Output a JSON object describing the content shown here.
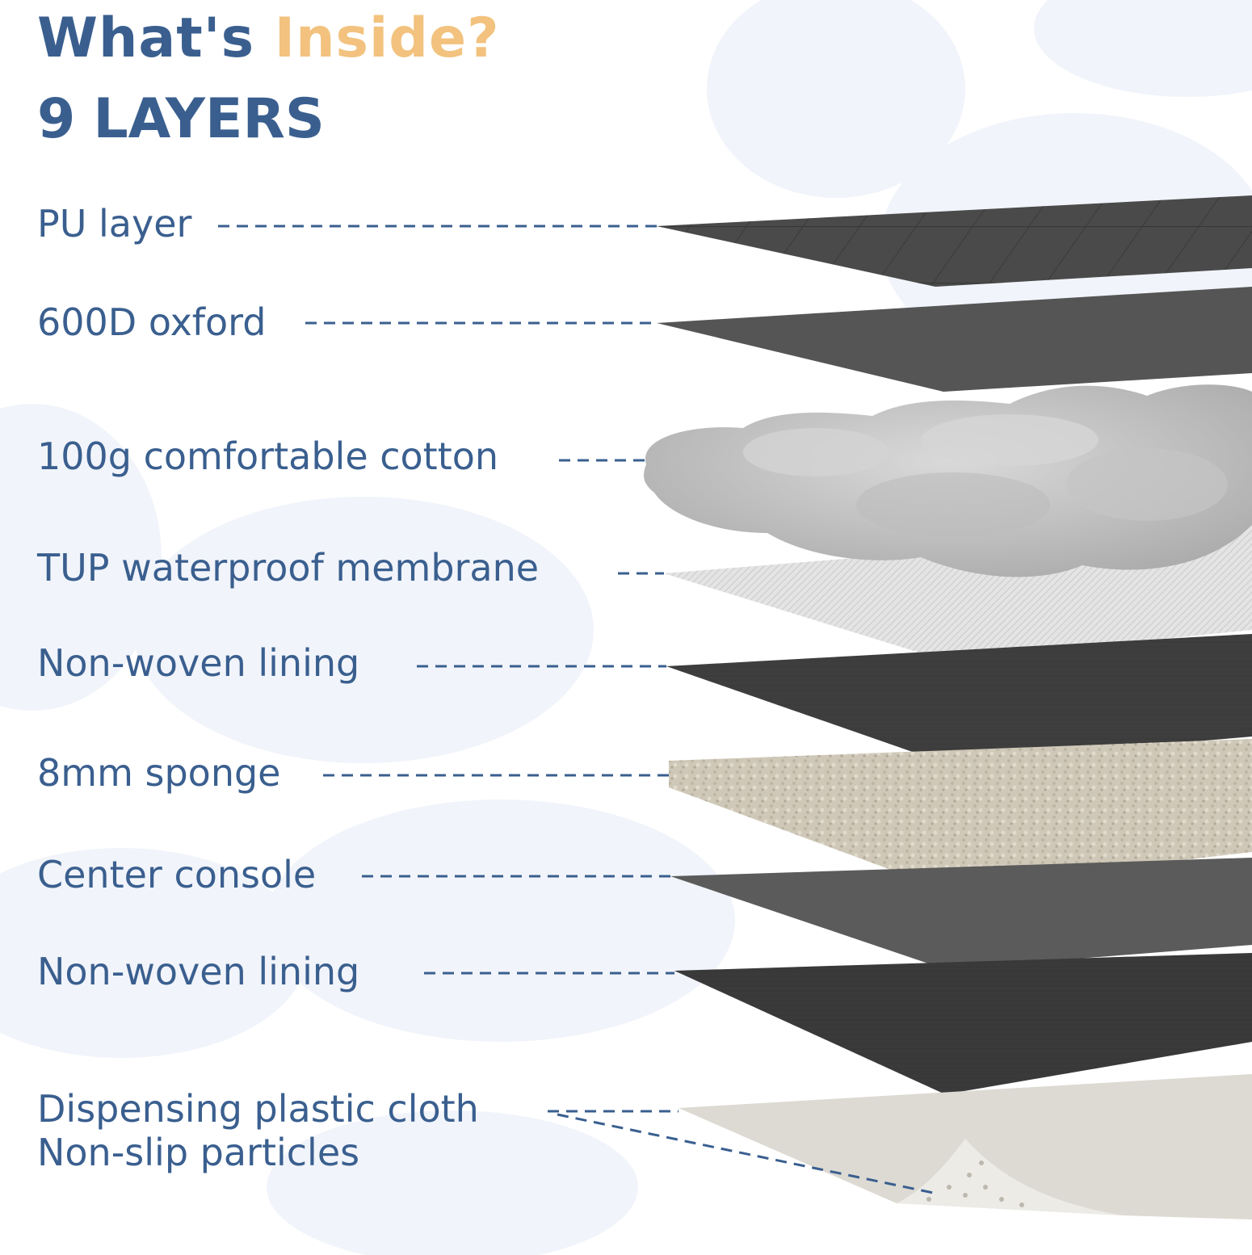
{
  "header": {
    "title_part1": "What's",
    "title_part2": "Inside?",
    "layer_count": "9",
    "layer_word": "LAYERS"
  },
  "layers": [
    {
      "label": "PU layer"
    },
    {
      "label": "600D  oxford"
    },
    {
      "label": "100g comfortable cotton"
    },
    {
      "label": "TUP waterproof membrane"
    },
    {
      "label": "Non-woven lining"
    },
    {
      "label": "8mm sponge"
    },
    {
      "label": "Center console"
    },
    {
      "label": "Non-woven lining"
    },
    {
      "label": "Dispensing plastic cloth"
    },
    {
      "label": "Non-slip particles"
    }
  ],
  "colors": {
    "text_primary": "#3a5f8f",
    "text_accent": "#f2c27e",
    "background_blob": "#f1f4fa",
    "pu_layer": "#4a4a4a",
    "oxford_layer": "#555555",
    "cotton_layer": "#c4c4c4",
    "membrane_layer": "#e2e2e2",
    "lining_layer": "#3e3e3e",
    "sponge_layer": "#cfc8b8",
    "console_layer": "#5b5b5b",
    "plastic_cloth_layer": "#dddad3"
  }
}
